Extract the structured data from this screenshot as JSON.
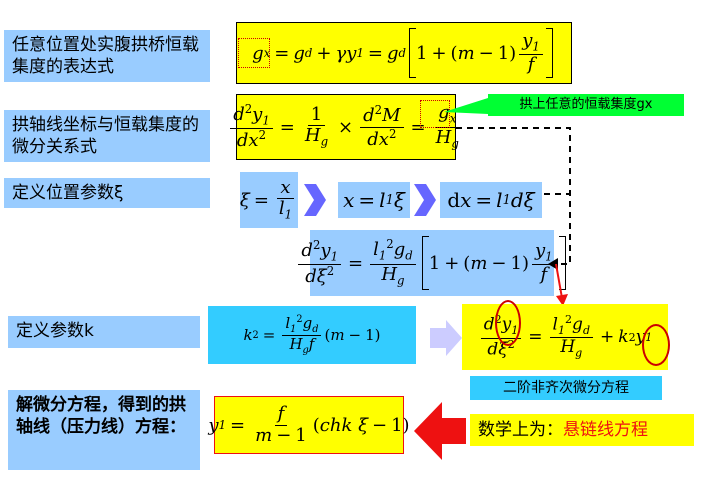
{
  "labels": {
    "l1": "任意位置处实腹拱桥恒载集度的表达式",
    "l2": "拱轴线坐标与恒载集度的微分关系式",
    "l3": "定义位置参数ξ",
    "l4": "定义参数k",
    "l5": "解微分方程，得到的拱轴线（压力线）方程："
  },
  "notes": {
    "gx_callout": "拱上任意的恒载集度gx",
    "ode_type": "二阶非齐次微分方程",
    "math_prefix": "数学上为：",
    "math_result": "悬链线方程"
  },
  "colors": {
    "label_bg": "#99ccff",
    "eq_yellow": "#ffff00",
    "callout_green": "#00ff33",
    "red_accent": "#ee1111",
    "arrow_blue": "#6666ff"
  }
}
